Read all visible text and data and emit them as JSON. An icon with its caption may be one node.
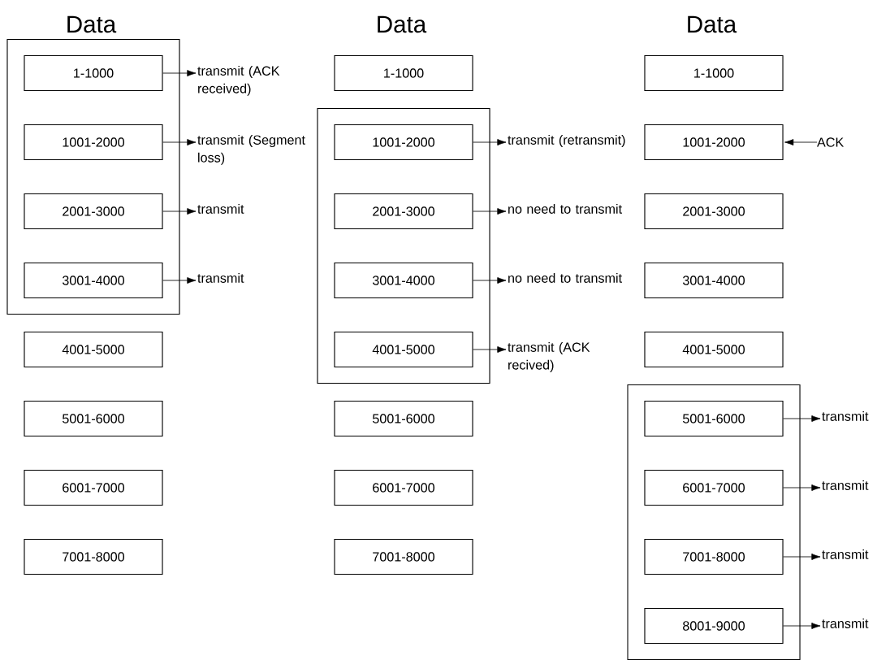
{
  "diagram": {
    "nodes": [
      {
        "text": [],
        "shape": "box"
      },
      {
        "text": [
          "1-1000"
        ],
        "in": 0
      },
      {
        "text": [
          "transmit (ACK received)"
        ]
      },
      {
        "text": [
          "1001-2000"
        ],
        "in": 0
      },
      {
        "text": [
          "transmit (Segment loss)"
        ]
      },
      {
        "text": [
          "2001-3000"
        ],
        "in": 0
      },
      {
        "text": [
          "transmit"
        ]
      },
      {
        "text": [
          "3001-4000"
        ],
        "in": 0
      },
      {
        "text": [
          "transmit"
        ]
      },
      {
        "text": [
          "4001-5000"
        ]
      },
      {
        "text": [
          "5001-6000"
        ]
      },
      {
        "text": [
          "6001-7000"
        ]
      },
      {
        "text": [
          "7001-8000"
        ]
      },
      {
        "text": [
          "1-1000"
        ]
      },
      {
        "text": [],
        "shape": "box"
      },
      {
        "text": [
          "1001-2000"
        ],
        "in": 14
      },
      {
        "text": [
          "transmit (retransmit)"
        ]
      },
      {
        "text": [
          "2001-3000"
        ],
        "in": 14
      },
      {
        "text": [
          "no need to transmit"
        ]
      },
      {
        "text": [
          "3001-4000"
        ],
        "in": 14
      },
      {
        "text": [
          "no need to transmit"
        ]
      },
      {
        "text": [
          "4001-5000"
        ],
        "in": 14
      },
      {
        "text": [
          "transmit (ACK recived)"
        ]
      },
      {
        "text": [
          "5001-6000"
        ]
      },
      {
        "text": [
          "6001-7000"
        ]
      },
      {
        "text": [
          "7001-8000"
        ]
      },
      {
        "text": [
          "1-1000"
        ]
      },
      {
        "text": [
          "1001-2000"
        ]
      },
      {
        "text": [
          "ACK"
        ]
      },
      {
        "text": [
          "2001-3000"
        ]
      },
      {
        "text": [
          "3001-4000"
        ]
      },
      {
        "text": [
          "4001-5000"
        ]
      },
      {
        "text": [],
        "shape": "box"
      },
      {
        "text": [
          "5001-6000"
        ],
        "in": 32
      },
      {
        "text": [
          "transmit"
        ]
      },
      {
        "text": [
          "6001-7000"
        ],
        "in": 32
      },
      {
        "text": [
          "transmit"
        ]
      },
      {
        "text": [
          "7001-8000"
        ],
        "in": 32
      },
      {
        "text": [
          "transmit"
        ]
      },
      {
        "text": [
          "8001-9000"
        ],
        "in": 32
      },
      {
        "text": [
          "transmit"
        ]
      }
    ],
    "edges": [
      {
        "from": 1,
        "to": 2,
        "arrow": "to"
      },
      {
        "from": 3,
        "to": 4,
        "arrow": "to"
      },
      {
        "from": 5,
        "to": 6,
        "arrow": "to"
      },
      {
        "from": 7,
        "to": 8,
        "arrow": "to"
      },
      {
        "from": 15,
        "to": 16,
        "arrow": "to"
      },
      {
        "from": 17,
        "to": 18,
        "arrow": "to"
      },
      {
        "from": 19,
        "to": 20,
        "arrow": "to"
      },
      {
        "from": 21,
        "to": 22,
        "arrow": "to"
      },
      {
        "from": 28,
        "to": 27,
        "arrow": "to"
      },
      {
        "from": 33,
        "to": 34,
        "arrow": "to"
      },
      {
        "from": 35,
        "to": 36,
        "arrow": "to"
      },
      {
        "from": 37,
        "to": 38,
        "arrow": "to"
      },
      {
        "from": 39,
        "to": 40,
        "arrow": "to"
      }
    ],
    "labels": [
      "Data",
      "Data",
      "Data"
    ]
  }
}
